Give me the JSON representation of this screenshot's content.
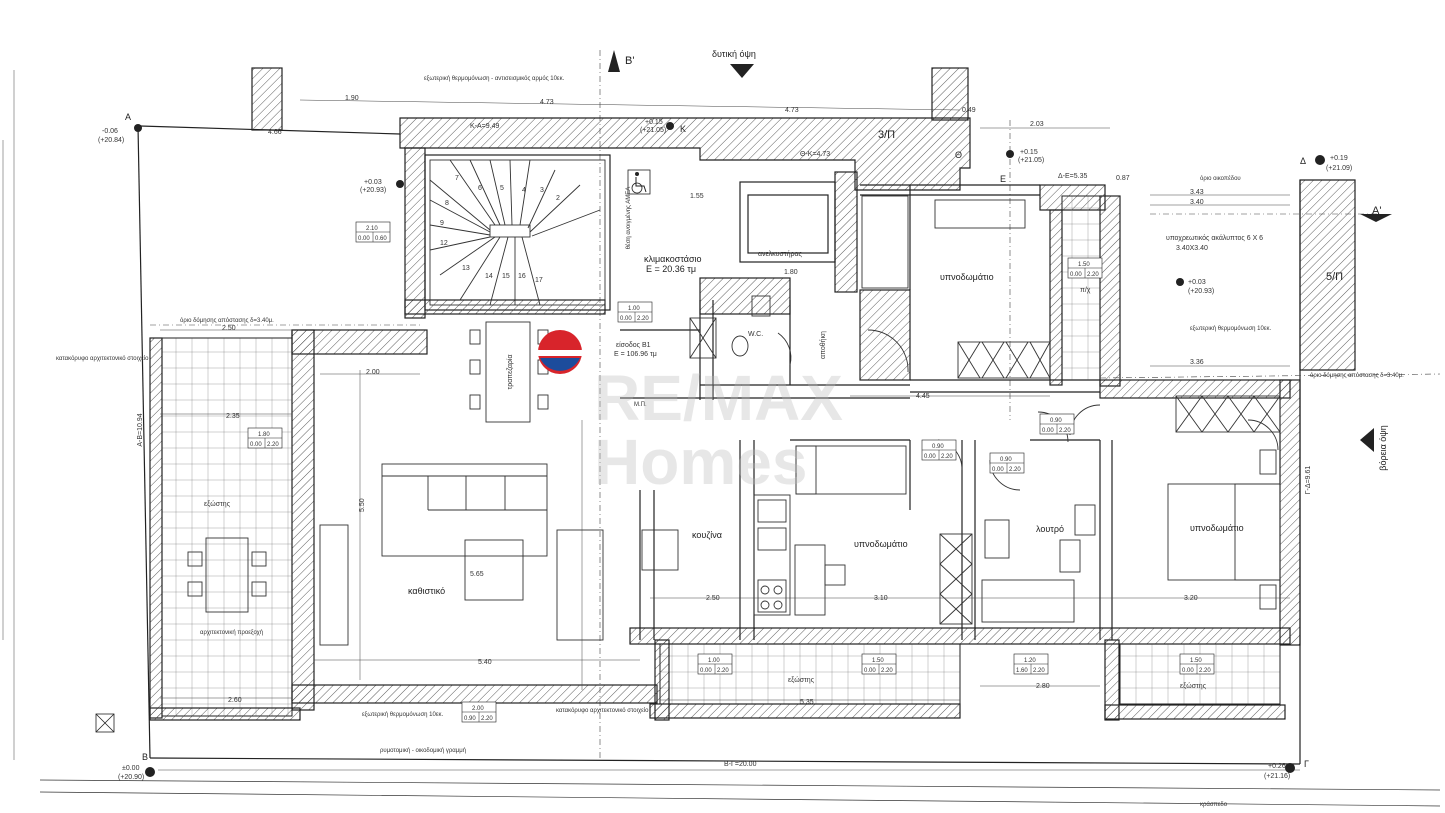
{
  "elevations": {
    "west": "δυτική όψη",
    "north": "βόρεια όψη"
  },
  "section_marks": {
    "b_prime": "Β'",
    "a_prime": "Α'"
  },
  "corner_marks": {
    "a": "Α",
    "b": "Β",
    "g": "Γ",
    "d": "Δ",
    "k": "Κ",
    "theta": "Θ",
    "e": "Ε"
  },
  "level_marks": {
    "a": {
      "rel": "-0.06",
      "abs": "(+20.84)"
    },
    "b": {
      "rel": "±0.00",
      "abs": "(+20.90)"
    },
    "g": {
      "rel": "+0.26",
      "abs": "(+21.16)"
    },
    "d": {
      "rel": "+0.19",
      "abs": "(+21.09)"
    },
    "k": {
      "rel": "+0.15",
      "abs": "(+21.05)"
    },
    "theta": {
      "rel": "+0.15",
      "abs": "(+21.05)"
    },
    "stair": {
      "rel": "+0.03",
      "abs": "(+20.93)"
    },
    "parking": {
      "rel": "+0.03",
      "abs": "(+20.93)"
    }
  },
  "rooms": {
    "stairwell": "κλιμακοστάσιο",
    "stairwell_area": "Ε = 20.36 τμ",
    "entrance": "είσοδος Β1",
    "entrance_area": "Ε = 106.96 τμ",
    "bedroom_top": "υπνοδωμάτιο",
    "bedroom_mid": "υπνοδωμάτιο",
    "bedroom_right": "υπνοδωμάτιο",
    "bathroom": "λουτρό",
    "wc": "W.C.",
    "kitchen": "κουζίνα",
    "living": "καθιστικό",
    "dining": "τραπεζαρία",
    "storage": "αποθήκη",
    "lift": "ανελκυστήρας",
    "balcony_left": "εξώστης",
    "balcony_bottom": "εξώστης",
    "balcony_right": "εξώστης",
    "parking": "υποχρεωτικός ακάλυπτος 6 Χ 6",
    "parking_dim": "3.40Χ3.40",
    "accessible": "θέση ανοιγμένης ΑΜΕΑ",
    "ap": "Μ.Π.",
    "duct": "π/χ"
  },
  "notes": {
    "insulation_top": "εξωτερική θερμομόνωση - αντισεισμικός αρμός 10εκ.",
    "insulation_bottom": "εξωτερική θερμομόνωση 10εκ.",
    "insulation_right": "εξωτερική θερμομόνωση 10εκ.",
    "vertical_element_left": "κατακόρυφο αρχιτεκτονικό στοιχείο",
    "vertical_element_bottom": "κατακόρυφο αρχιτεκτονικό στοιχείο",
    "building_line_left": "όριο δόμησης απόστασης δ=3.40μ.",
    "building_line_right": "όριο δόμησης απόστασης δ=3.40μ.",
    "plot_boundary": "όριο οικοπέδου",
    "street_line": "ρυμοτομική - οικοδομική γραμμή",
    "arch_projection": "αρχιτεκτονική προεξοχή",
    "sidewalk": "κράσπεδο",
    "neighbor_3p": "3/Π",
    "neighbor_5p": "5/Π"
  },
  "dimensions": {
    "bg": "Β-Γ=20.00",
    "ka": "Κ-Α=9.49",
    "theta_k": "Θ-Κ=4.73",
    "de": "Δ-Ε=5.35",
    "ab": "Α-Β=10.94",
    "gd": "Γ-Δ=9.61",
    "d1": "4.73",
    "d2": "4.73",
    "d3": "1.90",
    "d4": "2.03",
    "d5": "4.66",
    "d6": "3.43",
    "d7": "3.40",
    "d8": "3.36",
    "d9": "2.50",
    "d10": "2.00",
    "d11": "2.35",
    "d12": "5.50",
    "d13": "5.65",
    "d14": "5.40",
    "d15": "2.60",
    "d16": "2.50",
    "d17": "3.10",
    "d18": "3.20",
    "d19": "5.35",
    "d20": "2.80",
    "d21": "4.45",
    "d22": "1.55",
    "d23": "1.80",
    "d24": "0.87",
    "d25": "0.49"
  },
  "windows": {
    "w1": {
      "w": "2.10",
      "a": "0.00",
      "b": "0.60"
    },
    "w2": {
      "w": "1.00",
      "a": "0.00",
      "b": "2.20"
    },
    "w3": {
      "w": "1.80",
      "a": "0.00",
      "b": "2.20"
    },
    "w4": {
      "w": "1.50",
      "a": "0.00",
      "b": "2.20"
    },
    "w5": {
      "w": "0.90",
      "a": "0.00",
      "b": "2.20"
    },
    "w6": {
      "w": "0.90",
      "a": "0.00",
      "b": "2.20"
    },
    "w7": {
      "w": "0.90",
      "a": "0.00",
      "b": "2.20"
    },
    "w8": {
      "w": "1.00",
      "a": "0.00",
      "b": "2.20"
    },
    "w9": {
      "w": "1.50",
      "a": "0.00",
      "b": "2.20"
    },
    "w10": {
      "w": "1.20",
      "a": "1.60",
      "b": "2.20"
    },
    "w11": {
      "w": "1.50",
      "a": "0.00",
      "b": "2.20"
    },
    "w12": {
      "w": "2.00",
      "a": "0.90",
      "b": "2.20"
    }
  },
  "watermark": {
    "line1": "RE/MAX",
    "line2": "Homes"
  },
  "colors": {
    "line": "#222222",
    "remax_red": "#d8242b",
    "remax_blue": "#1c4c9c"
  }
}
